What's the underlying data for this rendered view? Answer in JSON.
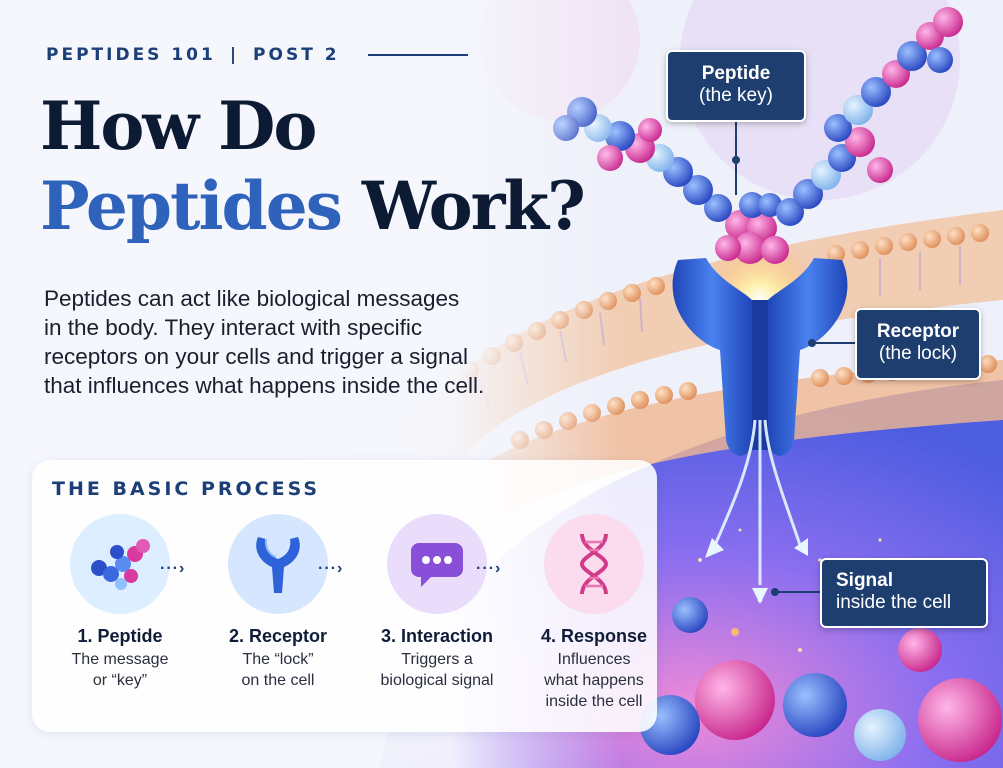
{
  "header": {
    "series": "PEPTIDES 101",
    "separator": "|",
    "post": "POST 2"
  },
  "title": {
    "line1": "How Do",
    "line2_highlight": "Peptides",
    "line2_rest": "Work?"
  },
  "intro": [
    "Peptides can act like biological messages",
    "in the body. They interact with specific",
    "receptors on your cells and trigger a signal",
    "that influences what happens inside the cell."
  ],
  "process": {
    "title": "THE BASIC PROCESS",
    "arrow": "···›",
    "steps": [
      {
        "label": "1. Peptide",
        "desc": [
          "The message",
          "or “key”"
        ],
        "icon": "peptide-molecule-icon"
      },
      {
        "label": "2. Receptor",
        "desc": [
          "The “lock”",
          "on the cell"
        ],
        "icon": "receptor-icon"
      },
      {
        "label": "3. Interaction",
        "desc": [
          "Triggers a",
          "biological signal"
        ],
        "icon": "chat-bubble-icon"
      },
      {
        "label": "4. Response",
        "desc": [
          "Influences",
          "what happens",
          "inside the cell"
        ],
        "icon": "dna-icon"
      }
    ]
  },
  "callouts": {
    "peptide": {
      "main": "Peptide",
      "sub": "(the key)"
    },
    "receptor": {
      "main": "Receptor",
      "sub": "(the lock)"
    },
    "signal": {
      "main": "Signal",
      "sub": "inside the cell"
    }
  },
  "colors": {
    "navy": "#1c3f78",
    "title_dark": "#0d1a34",
    "title_blue": "#2f62bb",
    "callout_bg": "#1d3e6f",
    "membrane_orange": "#eaa97c",
    "receptor_blue": "#2f5fd0",
    "pink": "#d63a9c"
  }
}
